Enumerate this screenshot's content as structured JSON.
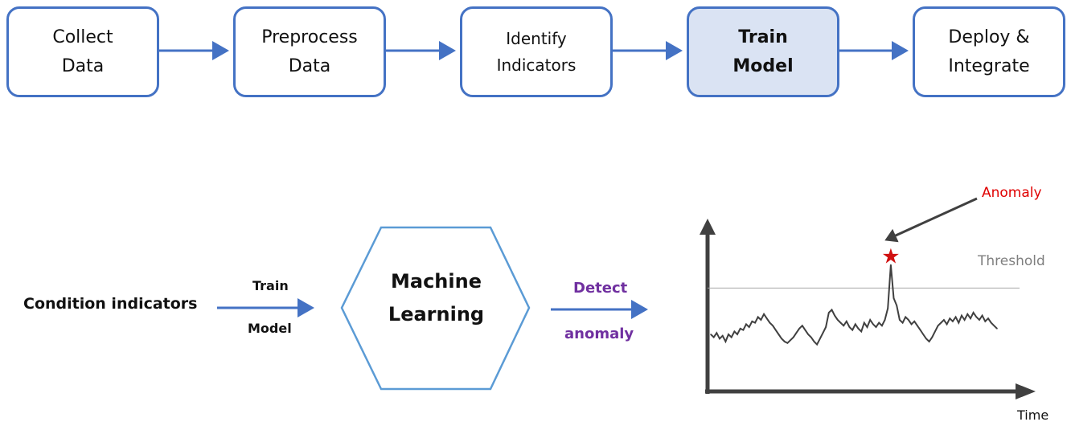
{
  "pipeline": {
    "steps": [
      {
        "label": "Collect\nData",
        "active": false
      },
      {
        "label": "Preprocess\nData",
        "active": false
      },
      {
        "label": "Identify\nIndicators",
        "active": false
      },
      {
        "label": "Train\nModel",
        "active": true
      },
      {
        "label": "Deploy &\nIntegrate",
        "active": false
      }
    ]
  },
  "colors": {
    "box_border": "#4472c4",
    "active_fill": "#dae3f3",
    "hexagon_stroke": "#5b9bd5",
    "detect_text": "#7030a0",
    "anomaly_text": "#e00000",
    "threshold_text": "#7f7f7f"
  },
  "flow": {
    "input_label": "Condition indicators",
    "train_arrow_top": "Train",
    "train_arrow_bottom": "Model",
    "model_label": "Machine\nLearning",
    "detect_arrow_top": "Detect",
    "detect_arrow_bottom": "anomaly"
  },
  "plot": {
    "anomaly_label": "Anomaly",
    "threshold_label": "Threshold",
    "x_axis_label": "Time",
    "threshold_value": 0.62,
    "anomaly_index": 61,
    "signal": [
      0.3,
      0.28,
      0.31,
      0.27,
      0.29,
      0.25,
      0.3,
      0.28,
      0.32,
      0.3,
      0.34,
      0.33,
      0.37,
      0.35,
      0.39,
      0.38,
      0.42,
      0.4,
      0.44,
      0.41,
      0.38,
      0.36,
      0.33,
      0.3,
      0.27,
      0.25,
      0.24,
      0.26,
      0.28,
      0.31,
      0.34,
      0.36,
      0.33,
      0.3,
      0.28,
      0.25,
      0.23,
      0.27,
      0.31,
      0.35,
      0.45,
      0.47,
      0.43,
      0.4,
      0.38,
      0.36,
      0.39,
      0.35,
      0.33,
      0.37,
      0.34,
      0.32,
      0.38,
      0.35,
      0.4,
      0.37,
      0.35,
      0.38,
      0.36,
      0.4,
      0.48,
      0.78,
      0.55,
      0.5,
      0.4,
      0.38,
      0.42,
      0.4,
      0.37,
      0.39,
      0.36,
      0.33,
      0.3,
      0.27,
      0.25,
      0.28,
      0.32,
      0.36,
      0.38,
      0.4,
      0.37,
      0.41,
      0.39,
      0.42,
      0.38,
      0.43,
      0.4,
      0.44,
      0.41,
      0.45,
      0.42,
      0.4,
      0.43,
      0.39,
      0.41,
      0.38,
      0.36,
      0.34
    ],
    "y_range": [
      0,
      1
    ]
  }
}
